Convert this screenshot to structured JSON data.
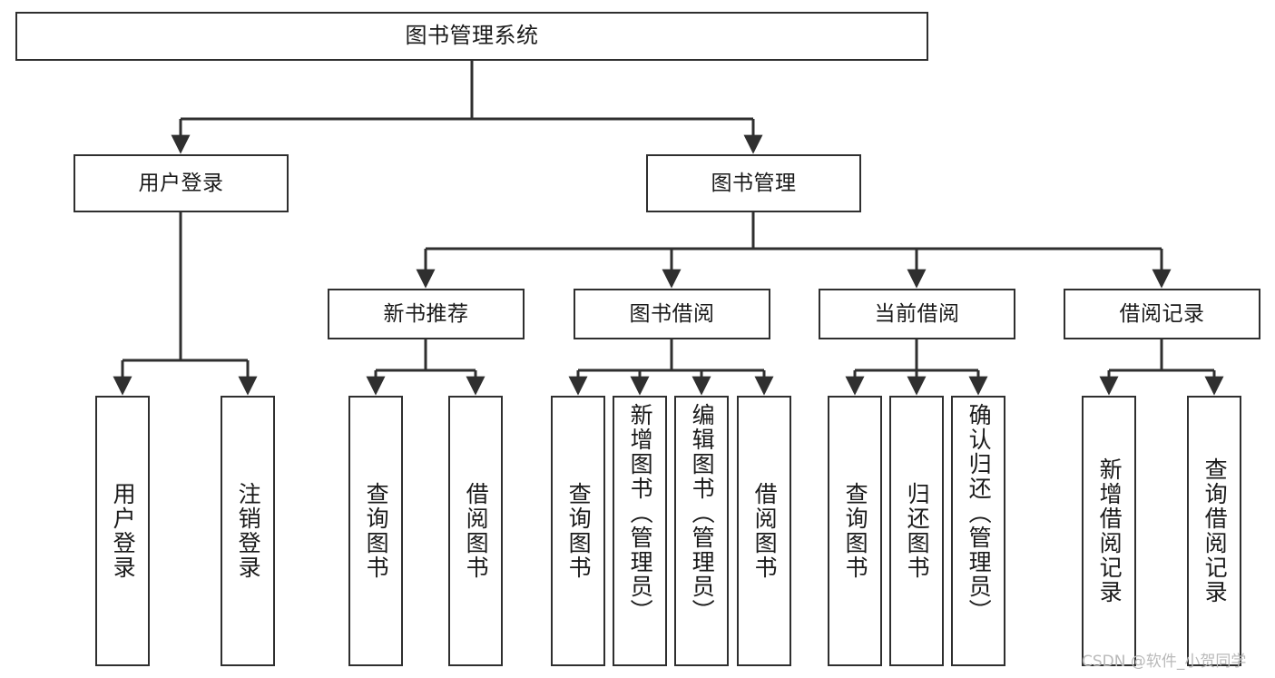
{
  "diagram": {
    "title": "图书管理系统",
    "type": "tree",
    "watermark": "CSDN @软件_小贺同学",
    "colors": {
      "box_border": "#2f2f2f",
      "box_fill": "#ffffff",
      "edge": "#2f2f2f",
      "text": "#1a1a1a",
      "watermark": "#b9b9b9",
      "background": "#ffffff"
    },
    "levels": {
      "root": {
        "label": "图书管理系统"
      },
      "level2": [
        {
          "label": "用户登录"
        },
        {
          "label": "图书管理"
        }
      ],
      "level3": [
        {
          "label": "新书推荐"
        },
        {
          "label": "图书借阅"
        },
        {
          "label": "当前借阅"
        },
        {
          "label": "借阅记录"
        }
      ],
      "leaves": [
        {
          "label": "用户登录",
          "parent": "用户登录"
        },
        {
          "label": "注销登录",
          "parent": "用户登录"
        },
        {
          "label": "查询图书",
          "parent": "新书推荐"
        },
        {
          "label": "借阅图书",
          "parent": "新书推荐"
        },
        {
          "label": "查询图书",
          "parent": "图书借阅"
        },
        {
          "label": "新增图书（管理员）",
          "parent": "图书借阅"
        },
        {
          "label": "编辑图书（管理员）",
          "parent": "图书借阅"
        },
        {
          "label": "借阅图书",
          "parent": "图书借阅"
        },
        {
          "label": "查询图书",
          "parent": "当前借阅"
        },
        {
          "label": "归还图书",
          "parent": "当前借阅"
        },
        {
          "label": "确认归还（管理员）",
          "parent": "当前借阅"
        },
        {
          "label": "新增借阅记录",
          "parent": "借阅记录"
        },
        {
          "label": "查询借阅记录",
          "parent": "借阅记录"
        }
      ]
    }
  }
}
